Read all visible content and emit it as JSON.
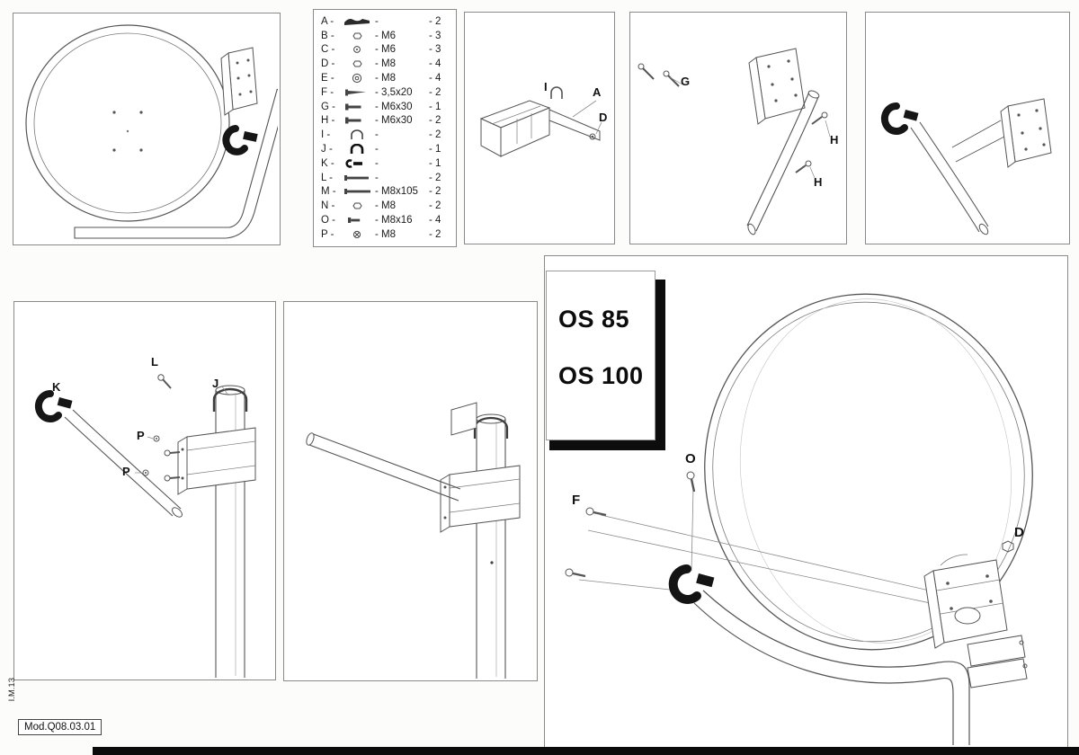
{
  "models": {
    "line1": "OS 85",
    "line2": "OS 100"
  },
  "footer": {
    "doc_code": "Mod.Q08.03.01",
    "side_code": "I.M.13"
  },
  "parts_list": {
    "rows": [
      {
        "letter": "A -",
        "icon": "plate",
        "spec": "-",
        "qty": "- 2"
      },
      {
        "letter": "B -",
        "icon": "nut",
        "spec": "- M6",
        "qty": "- 3"
      },
      {
        "letter": "C -",
        "icon": "washer",
        "spec": "- M6",
        "qty": "- 3"
      },
      {
        "letter": "D -",
        "icon": "nut",
        "spec": "- M8",
        "qty": "- 4"
      },
      {
        "letter": "E -",
        "icon": "washer-large",
        "spec": "- M8",
        "qty": "- 4"
      },
      {
        "letter": "F -",
        "icon": "screw",
        "spec": "- 3,5x20",
        "qty": "- 2"
      },
      {
        "letter": "G -",
        "icon": "bolt",
        "spec": "- M6x30",
        "qty": "- 1"
      },
      {
        "letter": "H -",
        "icon": "bolt",
        "spec": "- M6x30",
        "qty": "- 2"
      },
      {
        "letter": "I -",
        "icon": "u-bolt",
        "spec": "-",
        "qty": "- 2"
      },
      {
        "letter": "J -",
        "icon": "u-bolt-dark",
        "spec": "-",
        "qty": "- 1"
      },
      {
        "letter": "K -",
        "icon": "clamp",
        "spec": "-",
        "qty": "- 1"
      },
      {
        "letter": "L -",
        "icon": "bolt-long",
        "spec": "-",
        "qty": "- 2"
      },
      {
        "letter": "M -",
        "icon": "bolt-long",
        "spec": "- M8x105",
        "qty": "- 2"
      },
      {
        "letter": "N -",
        "icon": "nut",
        "spec": "- M8",
        "qty": "- 2"
      },
      {
        "letter": "O -",
        "icon": "bolt-short",
        "spec": "- M8x16",
        "qty": "- 4"
      },
      {
        "letter": "P -",
        "icon": "spring-washer",
        "spec": "- M8",
        "qty": "- 2"
      }
    ]
  },
  "labels": {
    "feed_arm": {
      "i": "I",
      "a": "A",
      "d": "D"
    },
    "wall_mount": {
      "g": "G",
      "h1": "H",
      "h2": "H"
    },
    "mast1": {
      "k": "K",
      "l": "L",
      "j": "J",
      "p1": "P",
      "p2": "P"
    },
    "main": {
      "o": "O",
      "f": "F",
      "d": "D"
    }
  }
}
